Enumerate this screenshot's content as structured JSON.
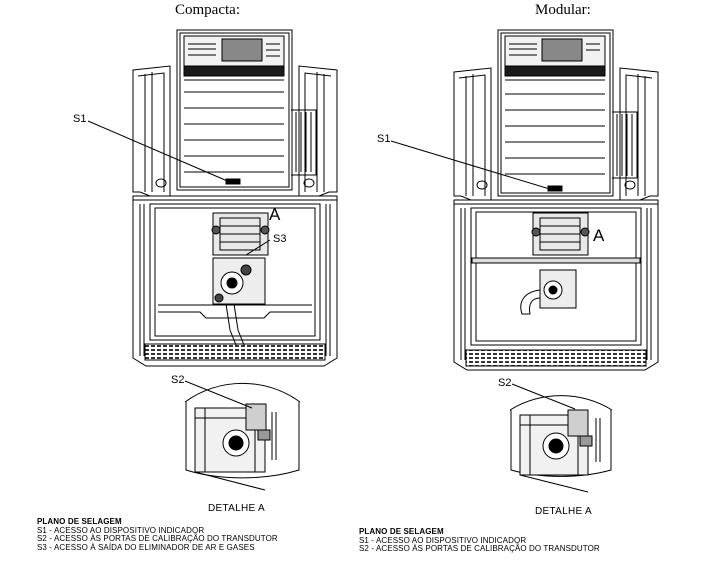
{
  "views": [
    {
      "title": "Compacta:",
      "callouts": {
        "s1": "S1",
        "a": "A",
        "s3": "S3",
        "s2": "S2"
      },
      "detail_label": "DETALHE A",
      "legend": {
        "title": "PLANO DE SELAGEM",
        "items": [
          "S1 - ACESSO AO DISPOSITIVO INDICADOR",
          "S2 - ACESSO ÀS PORTAS DE CALIBRAÇÃO DO TRANSDUTOR",
          "S3 - ACESSO À SAÍDA DO ELIMINADOR DE AR E GASES"
        ]
      }
    },
    {
      "title": "Modular:",
      "callouts": {
        "s1": "S1",
        "a": "A",
        "s2": "S2"
      },
      "detail_label": "DETALHE A",
      "legend": {
        "title": "PLANO DE SELAGEM",
        "items": [
          "S1 - ACESSO AO DISPOSITIVO INDICADOR",
          "S2 - ACESSO ÀS PORTAS DE CALIBRAÇÃO DO TRANSDUTOR"
        ]
      }
    }
  ]
}
